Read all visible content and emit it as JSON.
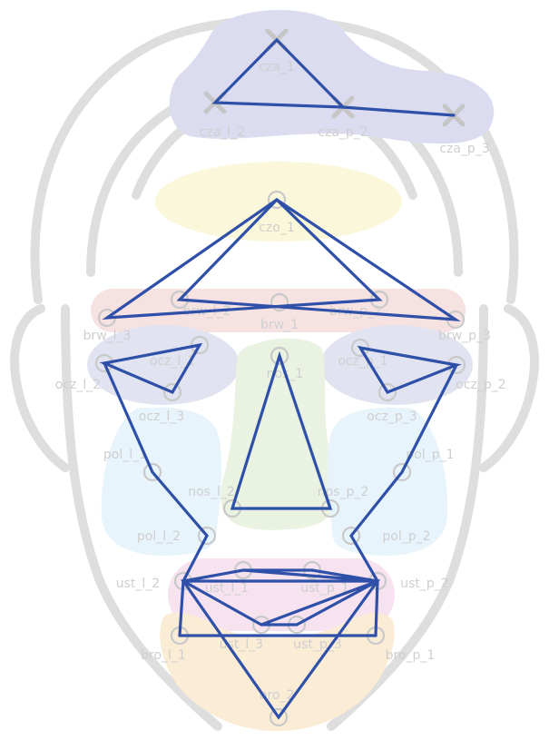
{
  "colors": {
    "outline": "#dedede",
    "triangle_stroke": "#2f50a8",
    "landmark_marker": "#c9c9c9",
    "label": "#cfcfcf"
  },
  "regions": [
    {
      "id": "forehead-top",
      "color": "#dcdcf0"
    },
    {
      "id": "forehead-center",
      "color": "#fbf7da"
    },
    {
      "id": "eyebrows",
      "color": "#f7e2e2"
    },
    {
      "id": "eye-left",
      "color": "#e1e3f0"
    },
    {
      "id": "eye-right",
      "color": "#e1e3f0"
    },
    {
      "id": "nose",
      "color": "#eaf2e1"
    },
    {
      "id": "cheek-left",
      "color": "#e8f4fb"
    },
    {
      "id": "cheek-right",
      "color": "#e8f4fb"
    },
    {
      "id": "mouth",
      "color": "#f6e3ef"
    },
    {
      "id": "chin",
      "color": "#fbecd5"
    }
  ],
  "landmarks": [
    {
      "id": "cza_1",
      "label": "cza_1",
      "marker": "cross"
    },
    {
      "id": "cza_l_2",
      "label": "cza_l_2",
      "marker": "cross"
    },
    {
      "id": "cza_p_2",
      "label": "cza_p_2",
      "marker": "cross"
    },
    {
      "id": "cza_p_3",
      "label": "cza_p_3",
      "marker": "cross"
    },
    {
      "id": "czo_1",
      "label": "czo_1",
      "marker": "circle"
    },
    {
      "id": "brw_1",
      "label": "brw_1",
      "marker": "circle"
    },
    {
      "id": "brw_l_2",
      "label": "brw_l_2",
      "marker": "circle"
    },
    {
      "id": "brw_p_2",
      "label": "brw_p_2",
      "marker": "circle"
    },
    {
      "id": "brw_l_3",
      "label": "brw_l_3",
      "marker": "circle"
    },
    {
      "id": "brw_p_3",
      "label": "brw_p_3",
      "marker": "circle"
    },
    {
      "id": "ocz_l_1",
      "label": "ocz_l_1",
      "marker": "circle"
    },
    {
      "id": "ocz_p_1",
      "label": "ocz_p_1",
      "marker": "circle"
    },
    {
      "id": "ocz_l_2",
      "label": "ocz_l_2",
      "marker": "circle"
    },
    {
      "id": "ocz_p_2",
      "label": "ocz_p_2",
      "marker": "circle"
    },
    {
      "id": "ocz_l_3",
      "label": "ocz_l_3",
      "marker": "circle"
    },
    {
      "id": "ocz_p_3",
      "label": "ocz_p_3",
      "marker": "circle"
    },
    {
      "id": "nos_1",
      "label": "nos_1",
      "marker": "circle"
    },
    {
      "id": "nos_l_2",
      "label": "nos_l_2",
      "marker": "circle"
    },
    {
      "id": "nos_p_2",
      "label": "nos_p_2",
      "marker": "circle"
    },
    {
      "id": "pol_l_1",
      "label": "pol_l_1",
      "marker": "circle"
    },
    {
      "id": "pol_p_1",
      "label": "pol_p_1",
      "marker": "circle"
    },
    {
      "id": "pol_l_2",
      "label": "pol_l_2",
      "marker": "circle"
    },
    {
      "id": "pol_p_2",
      "label": "pol_p_2",
      "marker": "circle"
    },
    {
      "id": "ust_l_1",
      "label": "ust_l_1",
      "marker": "circle"
    },
    {
      "id": "ust_p_1",
      "label": "ust_p_1",
      "marker": "circle"
    },
    {
      "id": "ust_l_2",
      "label": "ust_l_2",
      "marker": "circle"
    },
    {
      "id": "ust_p_2",
      "label": "ust_p_2",
      "marker": "circle"
    },
    {
      "id": "ust_l_3",
      "label": "ust_l_3",
      "marker": "circle"
    },
    {
      "id": "ust_p_3",
      "label": "ust_p_3",
      "marker": "circle"
    },
    {
      "id": "bro_l_1",
      "label": "bro_l_1",
      "marker": "circle"
    },
    {
      "id": "bro_p_1",
      "label": "bro_p_1",
      "marker": "circle"
    },
    {
      "id": "bro_2",
      "label": "bro_2",
      "marker": "circle"
    }
  ],
  "triangles": [
    [
      "cza_1",
      "cza_l_2",
      "cza_p_2"
    ],
    [
      "czo_1",
      "brw_l_3",
      "brw_p_2"
    ],
    [
      "czo_1",
      "brw_l_2",
      "brw_p_3"
    ],
    [
      "ocz_l_2",
      "ocz_l_1",
      "ocz_l_3"
    ],
    [
      "ocz_p_2",
      "ocz_p_1",
      "ocz_p_3"
    ],
    [
      "nos_1",
      "nos_l_2",
      "nos_p_2"
    ],
    [
      "ust_l_1",
      "ust_p_1",
      "ust_p_2"
    ],
    [
      "ust_l_3",
      "ust_p_3",
      "ust_p_2"
    ],
    [
      "ust_l_2",
      "ust_p_2",
      "bro_2"
    ]
  ],
  "polylines": [
    [
      "cza_p_2",
      "cza_p_3"
    ],
    [
      "ocz_l_2",
      "pol_l_1",
      "pol_l_2",
      "ust_l_2"
    ],
    [
      "ocz_p_2",
      "pol_p_1",
      "pol_p_2",
      "ust_p_2"
    ],
    [
      "ust_l_2",
      "ust_l_1"
    ],
    [
      "ust_l_2",
      "ust_l_3"
    ],
    [
      "ust_l_2",
      "bro_l_1"
    ],
    [
      "ust_p_2",
      "bro_p_1"
    ],
    [
      "bro_l_1",
      "bro_p_1"
    ]
  ]
}
